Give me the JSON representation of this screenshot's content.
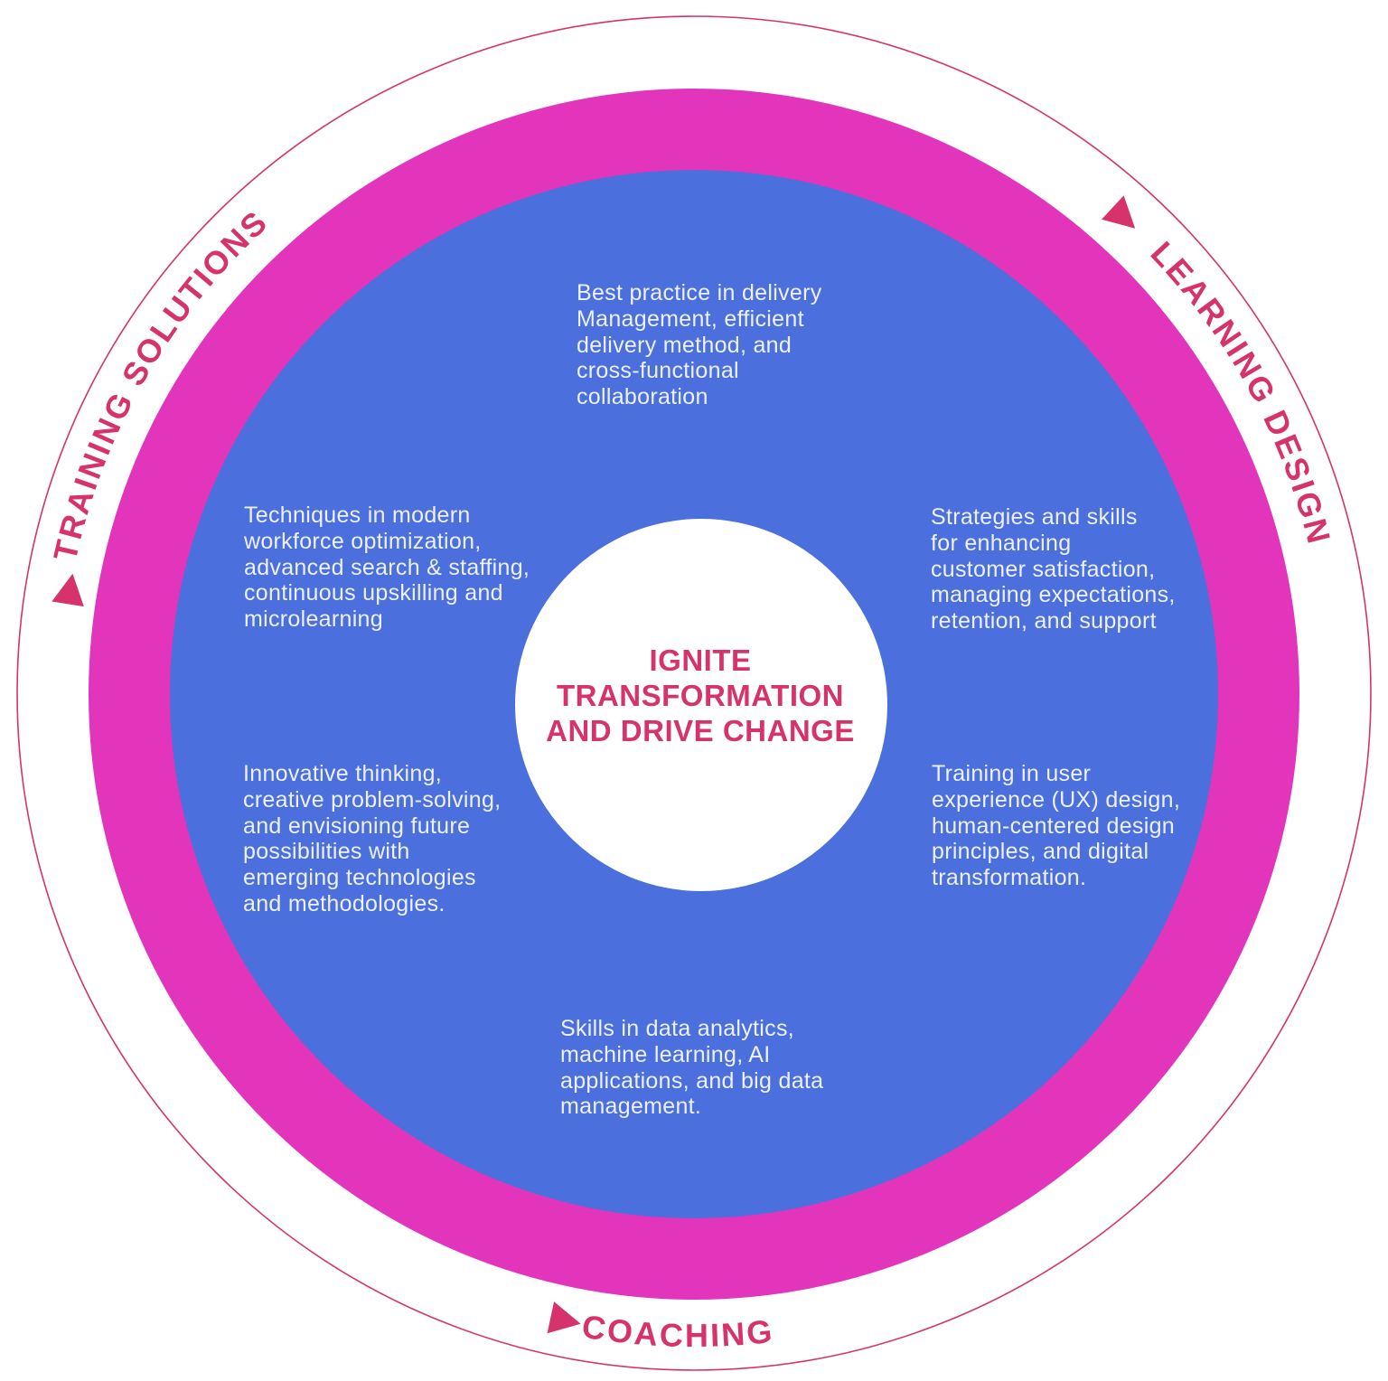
{
  "diagram": {
    "center": {
      "title": "IGNITE\nTRANSFORMATION\nAND DRIVE CHANGE"
    },
    "ring_labels": {
      "training": "TRAINING SOLUTIONS",
      "learning": "LEARNING DESIGN",
      "coaching": "COACHING"
    },
    "segments": {
      "top": "Best practice in delivery\nManagement, efficient\ndelivery method, and\ncross-functional\ncollaboration",
      "left_upper": "Techniques in modern\nworkforce optimization,\nadvanced search & staffing,\ncontinuous upskilling and\nmicrolearning",
      "right_upper": "Strategies and skills\nfor enhancing\ncustomer satisfaction,\nmanaging expectations,\nretention, and support",
      "left_lower": "Innovative thinking,\ncreative problem-solving,\nand envisioning future\npossibilities with\nemerging technologies\nand methodologies.",
      "right_lower": "Training in user\nexperience (UX) design,\nhuman-centered design\nprinciples, and digital\ntransformation.",
      "bottom": "Skills in data analytics,\nmachine learning, AI\napplications, and big data\nmanagement."
    },
    "icons": {
      "training_marker": "triangle-arrow",
      "learning_marker": "triangle-arrow",
      "coaching_marker": "triangle-arrow"
    },
    "colors": {
      "magenta_ring": "#E335BC",
      "blue_circle": "#4B6FDC",
      "crimson_accent": "#D6336C",
      "text_on_blue": "#EDF1FB",
      "white": "#FFFFFF"
    }
  }
}
